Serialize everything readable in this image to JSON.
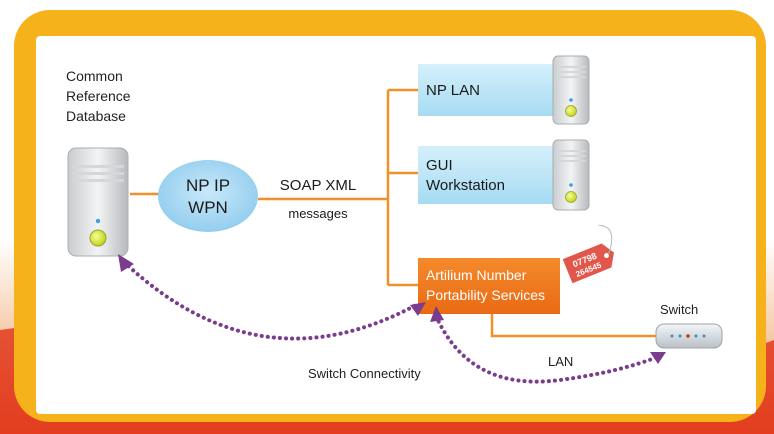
{
  "database": {
    "label_lines": [
      "Common",
      "Reference",
      "Database"
    ]
  },
  "np_ip_wpn": {
    "line1": "NP IP",
    "line2": "WPN"
  },
  "soap": {
    "line1": "SOAP XML",
    "line2": "messages"
  },
  "np_lan": {
    "label": "NP LAN"
  },
  "gui": {
    "line1": "GUI",
    "line2": "Workstation"
  },
  "artilium": {
    "line1": "Artilium Number",
    "line2": "Portability Services"
  },
  "tag": {
    "line1": "07798",
    "line2": "264545"
  },
  "switch": {
    "label": "Switch"
  },
  "lan": {
    "label": "LAN"
  },
  "switch_connectivity": {
    "label": "Switch Connectivity"
  },
  "colors": {
    "frame": "#F5B21B",
    "connector": "#F0902A",
    "dotted": "#7A3D8E",
    "blue_box": "#BFE6F6",
    "orange_box": "#F07A1E",
    "ellipse": "#A9D8F2",
    "tag": "#E2574C"
  }
}
